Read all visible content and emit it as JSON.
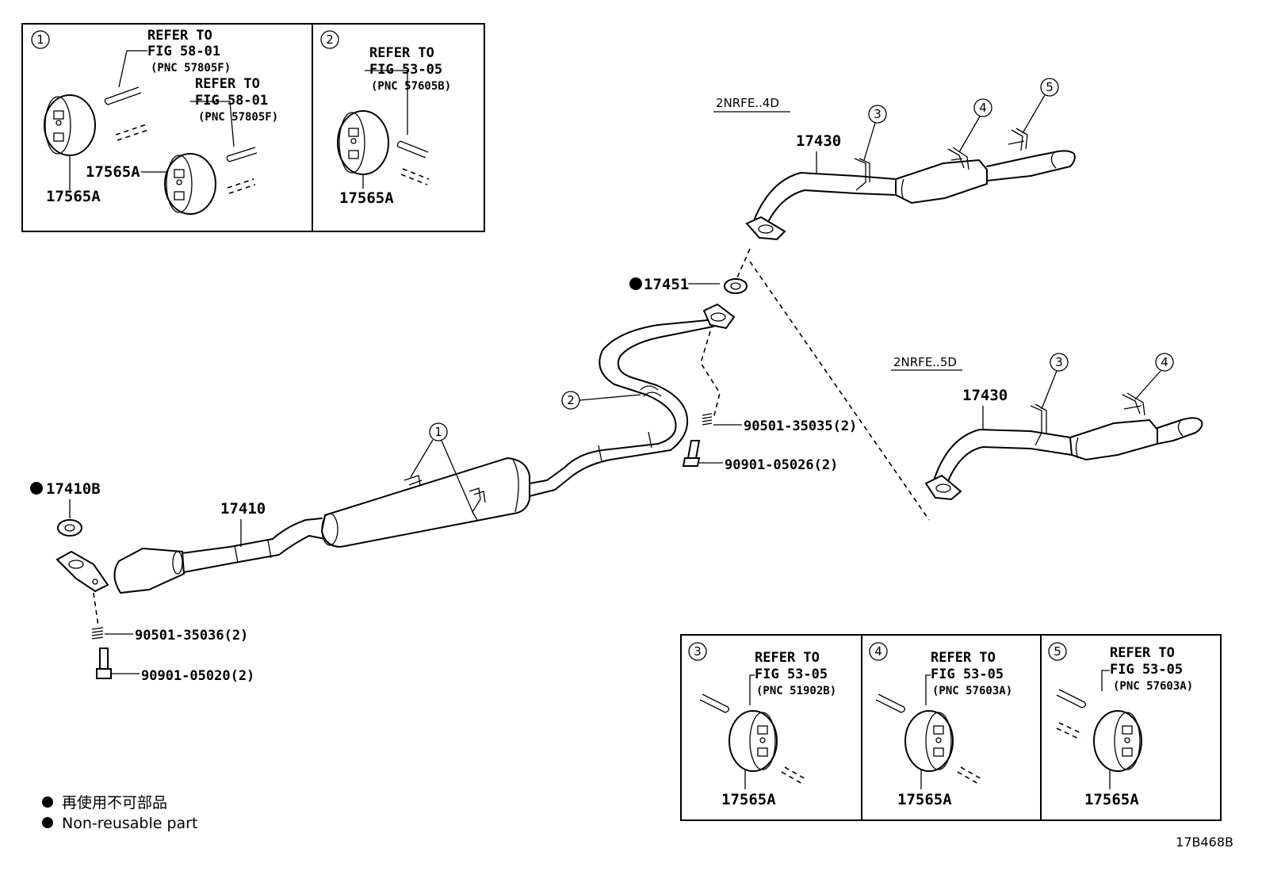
{
  "inset_1": {
    "number": "1",
    "refer_a": "REFER TO",
    "fig_a": "FIG 58-01",
    "pnc_a": "(PNC 57805F)",
    "refer_b": "REFER TO",
    "fig_b": "FIG 58-01",
    "pnc_b": "(PNC 57805F)",
    "part_a": "17565A",
    "part_b": "17565A"
  },
  "inset_2": {
    "number": "2",
    "refer": "REFER TO",
    "fig": "FIG 53-05",
    "pnc": "(PNC 57605B)",
    "part": "17565A"
  },
  "inset_3": {
    "number": "3",
    "refer": "REFER TO",
    "fig": "FIG 53-05",
    "pnc": "(PNC 51902B)",
    "part": "17565A"
  },
  "inset_4": {
    "number": "4",
    "refer": "REFER TO",
    "fig": "FIG 53-05",
    "pnc": "(PNC 57603A)",
    "part": "17565A"
  },
  "inset_5": {
    "number": "5",
    "refer": "REFER TO",
    "fig": "FIG 53-05",
    "pnc": "(PNC 57603A)",
    "part": "17565A"
  },
  "main": {
    "variant_4d": "2NRFE..4D",
    "variant_5d": "2NRFE..5D",
    "part_17430_4d": "17430",
    "part_17430_5d": "17430",
    "part_17451": "17451",
    "part_17410b": "17410B",
    "part_17410": "17410",
    "bolt_90501_35035": "90501-35035(2)",
    "bolt_90901_05026": "90901-05026(2)",
    "bolt_90501_35036": "90501-35036(2)",
    "bolt_90901_05020": "90901-05020(2)",
    "callout_1": "1",
    "callout_2": "2",
    "callout_3_4d": "3",
    "callout_4_4d": "4",
    "callout_5_4d": "5",
    "callout_3_5d": "3",
    "callout_4_5d": "4"
  },
  "legend": {
    "japanese": "再使用不可部品",
    "english": "Non-reusable part"
  },
  "figure_code": "17B468B"
}
